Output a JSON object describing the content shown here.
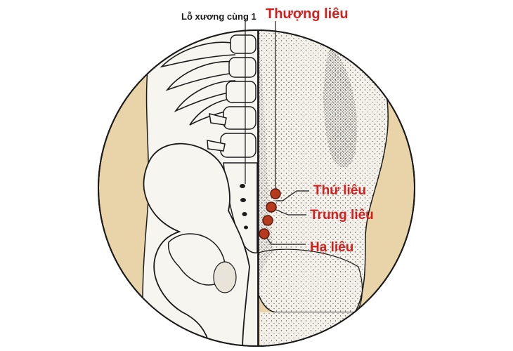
{
  "labels": {
    "sacral_foramen": "Lỗ xương cùng 1",
    "thuong_lieu": "Thượng liêu",
    "thu_lieu": "Thứ liêu",
    "trung_lieu": "Trung liêu",
    "ha_lieu": "Hạ liêu"
  },
  "colors": {
    "accent_red": "#d41f1f",
    "point_fill": "#b83a1e",
    "point_stroke": "#5a1a0c",
    "circle_bg": "#e9d3a8",
    "skin": "#f4f1ea",
    "outline": "#1a1a1a"
  },
  "icons": {
    "acupoint": "acupoint-dot-icon"
  }
}
